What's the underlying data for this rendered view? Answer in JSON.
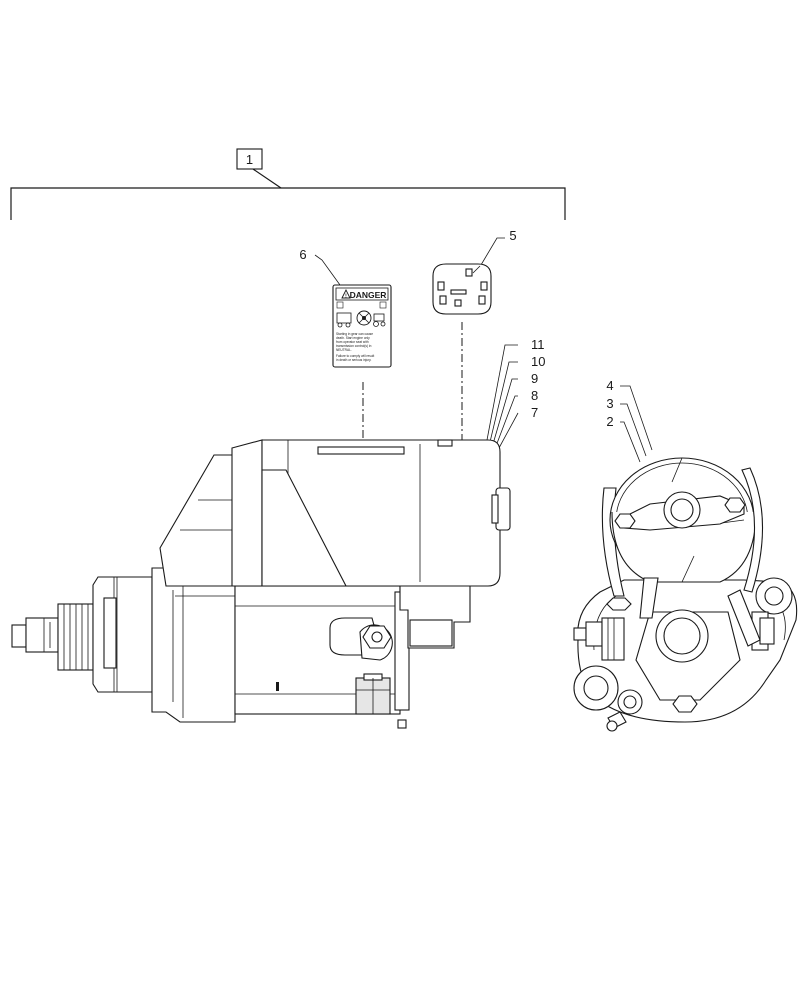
{
  "callouts": {
    "c1": "1",
    "c2": "2",
    "c3": "3",
    "c4": "4",
    "c5": "5",
    "c6": "6",
    "c7": "7",
    "c8": "8",
    "c9": "9",
    "c10": "10",
    "c11": "11"
  },
  "decal": {
    "heading": "DANGER",
    "lines": [
      "Starting in gear can cause",
      "death. Start engine only",
      "from operator seat with",
      "transmission control(s) in",
      "NEUTRAL.",
      "Failure to comply will result",
      "in death or serious injury."
    ]
  },
  "colors": {
    "line": "#1a1a1a",
    "shade": "#e6e6e6",
    "background": "#ffffff"
  },
  "icons": [
    "warning-triangle-icon",
    "starter-motor-side-view",
    "starter-motor-end-view",
    "relay-connector"
  ]
}
